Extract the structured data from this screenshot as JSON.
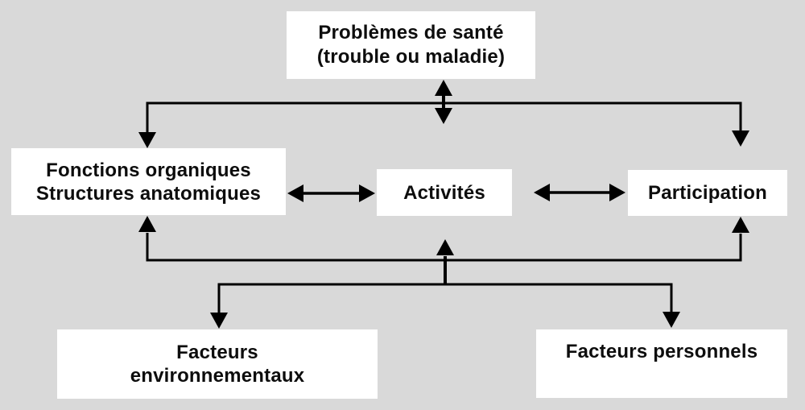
{
  "canvas": {
    "background_color": "#d9d9d9",
    "node_fill_color": "#ffffff",
    "arrow_color": "#000000"
  },
  "nodes": {
    "health": {
      "line1": "Problèmes de santé",
      "line2": "(trouble ou maladie)"
    },
    "body": {
      "line1": "Fonctions organiques",
      "line2": "Structures anatomiques"
    },
    "activities": {
      "line1": "Activités"
    },
    "participation": {
      "line1": "Participation"
    },
    "environment": {
      "line1": "Facteurs",
      "line2": "environnementaux"
    },
    "personal": {
      "line1": "Facteurs personnels"
    }
  },
  "edges": [
    {
      "name": "health-to-body",
      "type": "directed"
    },
    {
      "name": "health-to-participation",
      "type": "directed"
    },
    {
      "name": "health-vertical-link",
      "type": "bidirectional"
    },
    {
      "name": "body-to-activities",
      "type": "bidirectional"
    },
    {
      "name": "activities-to-participation",
      "type": "bidirectional"
    },
    {
      "name": "factors-to-body",
      "type": "directed"
    },
    {
      "name": "factors-to-participation",
      "type": "directed"
    },
    {
      "name": "factors-to-activities",
      "type": "directed"
    },
    {
      "name": "factors-to-environment",
      "type": "directed"
    },
    {
      "name": "factors-to-personal",
      "type": "directed"
    }
  ]
}
